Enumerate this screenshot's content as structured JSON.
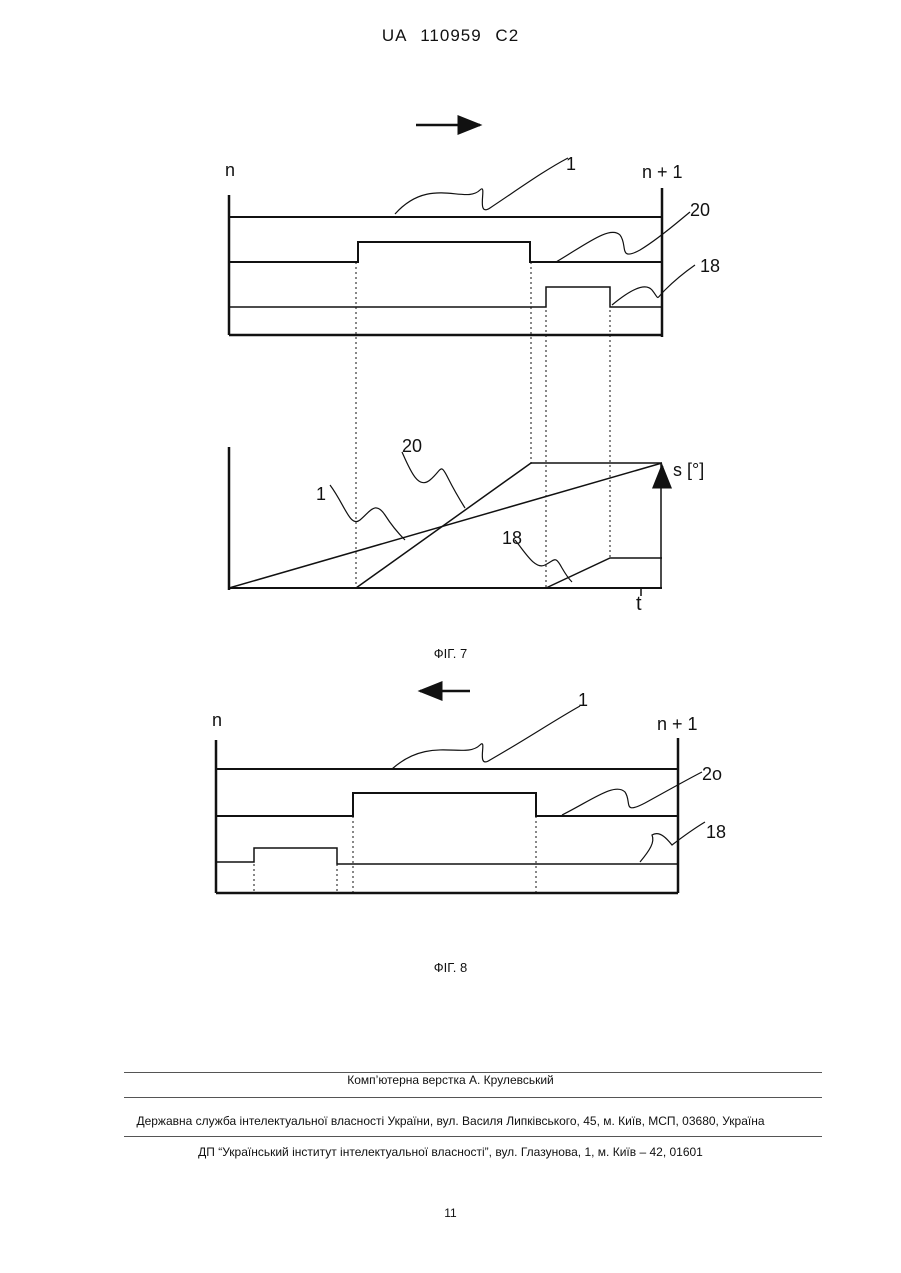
{
  "header": {
    "patent_number": "UA  110959  C2"
  },
  "fig7": {
    "label_left": "n",
    "label_right": "n + 1",
    "ref_1": "1",
    "ref_20": "20",
    "ref_18": "18",
    "graph_ref_1": "1",
    "graph_ref_20": "20",
    "graph_ref_18": "18",
    "y_label": "s [°]",
    "x_label": "t",
    "caption": "ФІГ. 7"
  },
  "fig8": {
    "label_left": "n",
    "label_right": "n + 1",
    "ref_1": "1",
    "ref_20": "2o",
    "ref_18": "18",
    "caption": "ФІГ. 8"
  },
  "footer": {
    "typesetting": "Комп’ютерна верстка А. Крулевський",
    "agency": "Державна служба інтелектуальної власності України, вул. Василя Липківського, 45, м. Київ, МСП, 03680, Україна",
    "institute": "ДП “Український інститут інтелектуальної власності”, вул. Глазунова, 1, м. Київ – 42, 01601",
    "page_number": "11"
  }
}
